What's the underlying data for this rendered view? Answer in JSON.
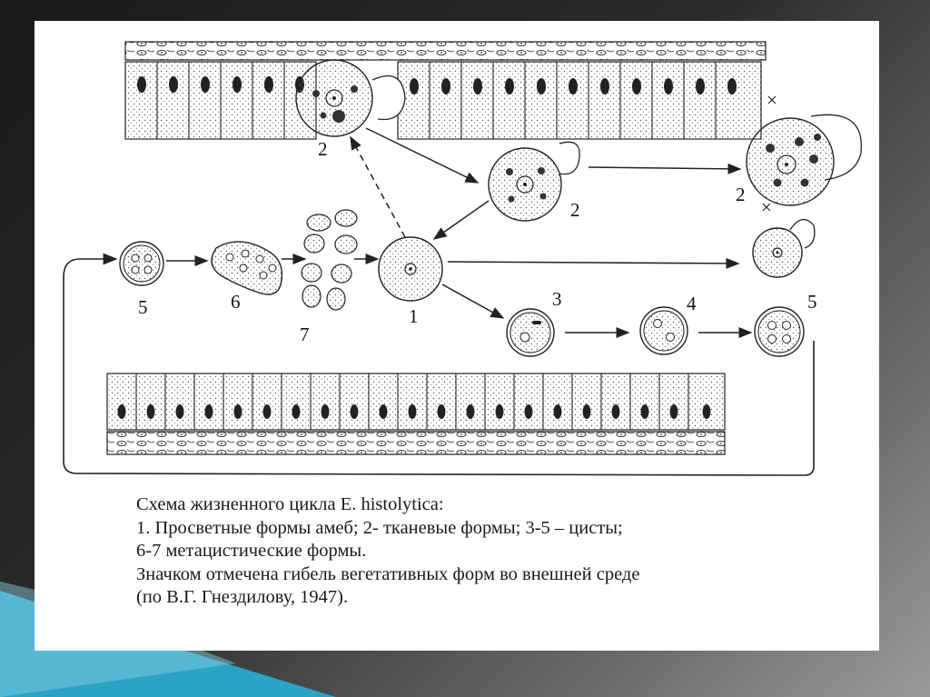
{
  "diagram": {
    "stage_labels": {
      "tissue_form_top": "2",
      "tissue_form_mid": "2",
      "tissue_form_right": "2",
      "luminal_form": "1",
      "cyst_3": "3",
      "cyst_4": "4",
      "cyst_5_right": "5",
      "cyst_5_left": "5",
      "metacyst_6": "6",
      "metacyst_7": "7"
    },
    "death_marks": [
      "×",
      "×"
    ]
  },
  "caption": {
    "line1": "Схема жизненного цикла E. histolytica:",
    "line2": "1. Просветные формы амеб; 2- тканевые формы; 3-5 – цисты;",
    "line3": "6-7 метацистические формы.",
    "line4": "Значком отмечена гибель вегетативных форм во внешней среде",
    "line5": "(по В.Г. Гнездилову, 1947)."
  },
  "colors": {
    "background_dark": "#2b2b2b",
    "slide": "#ffffff",
    "ink": "#1a1a1a",
    "accent_teal": "#2aa3c4"
  }
}
